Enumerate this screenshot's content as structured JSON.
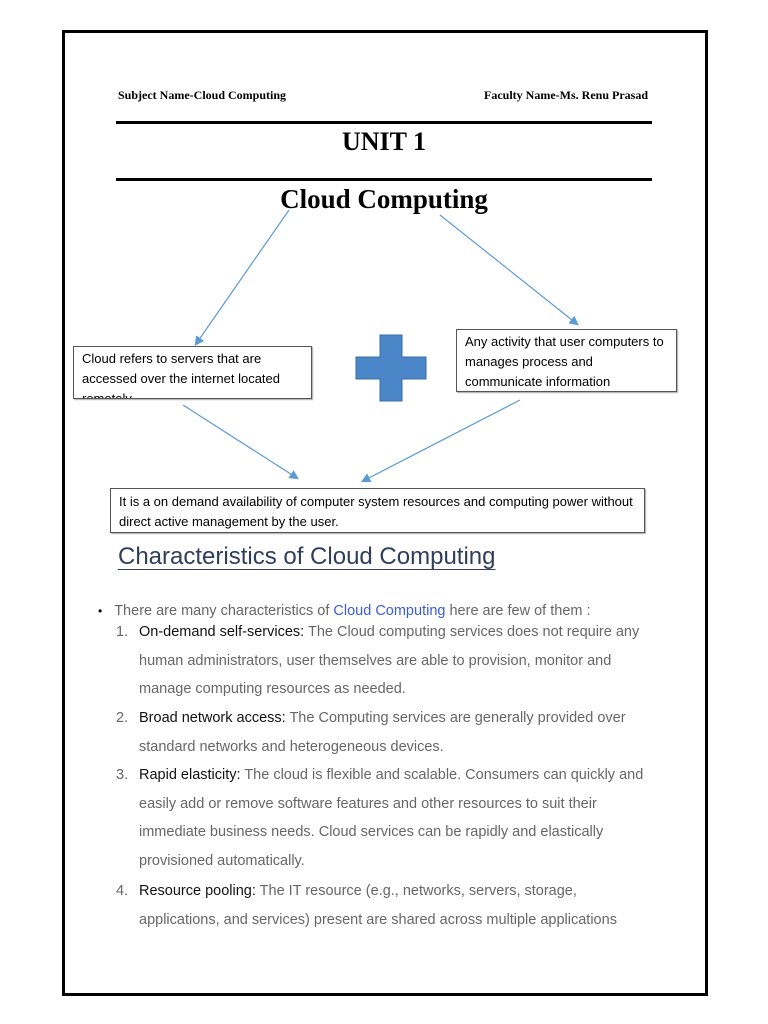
{
  "header": {
    "subject": "Subject Name-Cloud Computing",
    "faculty": "Faculty Name-Ms. Renu Prasad"
  },
  "unit": "UNIT 1",
  "topic": "Cloud Computing",
  "diagram": {
    "box_left": "Cloud refers to servers that are accessed over the internet located remotely",
    "box_right": "Any activity that user computers to manages process and communicate information",
    "box_bottom": "It is a on demand availability of computer system resources and computing power without direct active management by the user.",
    "plus_color": "#4a86c8",
    "arrow_color": "#5b9bd5"
  },
  "section": {
    "heading": "Characteristics of Cloud Computing",
    "intro_before": "There are many characteristics of ",
    "intro_link": "Cloud Computing",
    "intro_after": " here are few of them :",
    "items": [
      {
        "num": "1.",
        "term": "On-demand self-services:",
        "text": " The Cloud computing services does not require any human administrators, user themselves are able to provision, monitor and manage computing resources as needed."
      },
      {
        "num": "2.",
        "term": "Broad network access:",
        "text": " The Computing services are generally provided over standard networks and heterogeneous devices."
      },
      {
        "num": "3.",
        "term": "Rapid elasticity:",
        "text": " The cloud is flexible and scalable. Consumers can quickly and easily add or remove software features and other resources to suit their immediate business needs. Cloud services can be rapidly and elastically provisioned automatically."
      },
      {
        "num": "4.",
        "term": "Resource pooling:",
        "text": " The IT resource (e.g., networks, servers, storage, applications, and services) present are shared across multiple applications"
      }
    ]
  }
}
